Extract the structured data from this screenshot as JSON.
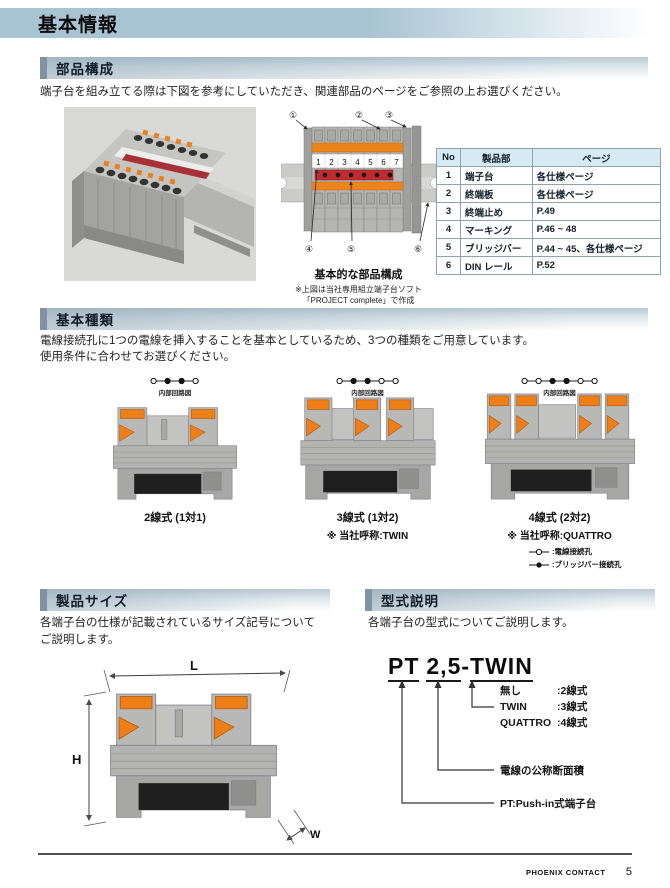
{
  "page": {
    "title": "基本情報",
    "footer_brand": "PHOENIX CONTACT",
    "footer_page": "5"
  },
  "colors": {
    "header_bar": "#a8c3d2",
    "band_stripe": "#7f93a2",
    "accent_orange": "#ee7e18",
    "bridge_red": "#bf2b2e",
    "table_header_bg": "#d6eaf3"
  },
  "parts_section": {
    "heading": "部品構成",
    "intro": "端子台を組み立てる際は下図を参考にしていただき、関連部品のページをご参照の上お選びください。",
    "diagram": {
      "callouts_top": [
        "①",
        "②",
        "③"
      ],
      "callouts_bottom": [
        "④",
        "⑤",
        "⑥"
      ],
      "terminal_numbers": [
        "1",
        "2",
        "3",
        "4",
        "5",
        "6",
        "7"
      ],
      "caption": "基本的な部品構成",
      "note_line1": "※上図は当社専用組立端子台ソフト",
      "note_line2": "「PROJECT complete」で作成"
    },
    "table": {
      "headers": [
        "No",
        "製品部",
        "ページ"
      ],
      "rows": [
        [
          "1",
          "端子台",
          "各仕様ページ"
        ],
        [
          "2",
          "終端板",
          "各仕様ページ"
        ],
        [
          "3",
          "終端止め",
          "P.49"
        ],
        [
          "4",
          "マーキング",
          "P.46 ~ 48"
        ],
        [
          "5",
          "ブリッジバー",
          "P.44 ~ 45、各仕様ページ"
        ],
        [
          "6",
          "DIN レール",
          "P.52"
        ]
      ]
    }
  },
  "types_section": {
    "heading": "基本種類",
    "intro_line1": "電線接続孔に1つの電線を挿入することを基本としているため、3つの種類をご用意しています。",
    "intro_line2": "使用条件に合わせてお選びください。",
    "schematic_label": "内部回路図",
    "items": [
      {
        "label": "2線式 (1対1)",
        "alias": "",
        "schematic": [
          "open",
          "filled",
          "filled",
          "open"
        ]
      },
      {
        "label": "3線式 (1対2)",
        "alias": "※ 当社呼称:TWIN",
        "schematic": [
          "open",
          "filled",
          "filled",
          "open",
          "open"
        ]
      },
      {
        "label": "4線式 (2対2)",
        "alias": "※ 当社呼称:QUATTRO",
        "schematic": [
          "open",
          "open",
          "filled",
          "filled",
          "open",
          "open"
        ]
      }
    ],
    "legend": [
      {
        "symbol": "open-circle",
        "label": ":電線接続孔"
      },
      {
        "symbol": "filled-circle",
        "label": ":ブリッジバー接続孔"
      }
    ]
  },
  "size_section": {
    "heading": "製品サイズ",
    "intro": "各端子台の仕様が記載されているサイズ記号についてご説明します。",
    "dims": {
      "length": "L",
      "height": "H",
      "width": "W"
    }
  },
  "model_section": {
    "heading": "型式説明",
    "intro": "各端子台の型式についてご説明します。",
    "code_part_type": "PT",
    "code_part_size": "2,5",
    "code_separator": "-",
    "code_part_suffix": "TWIN",
    "branch_suffix": [
      {
        "name": "無し",
        "desc": ":2線式"
      },
      {
        "name": "TWIN",
        "desc": ":3線式"
      },
      {
        "name": "QUATTRO",
        "desc": ":4線式"
      }
    ],
    "branch_size": "電線の公称断面積",
    "branch_type": "PT:Push-in式端子台"
  }
}
